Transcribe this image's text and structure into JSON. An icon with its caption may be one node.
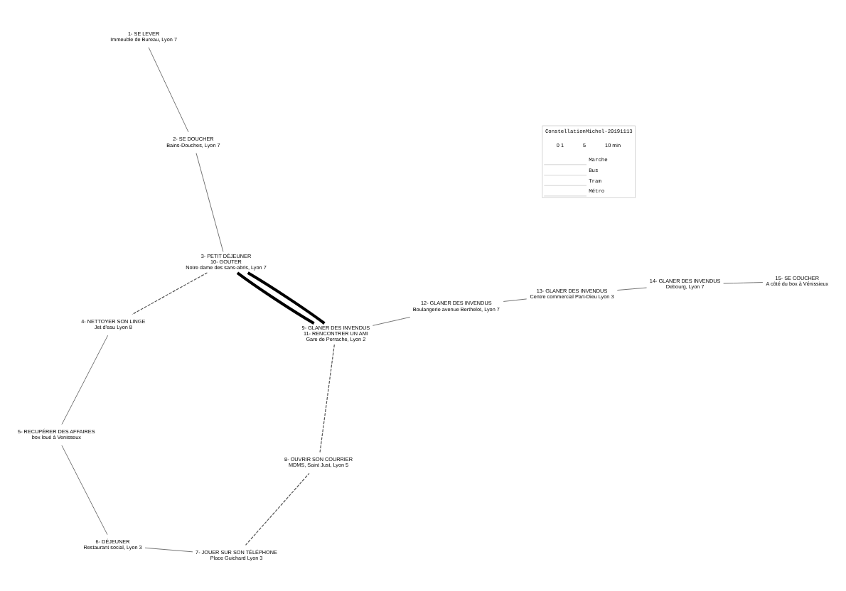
{
  "diagram": {
    "nodes": [
      {
        "text": [
          "6- DÉJEUNER",
          "Restaurant social, Lyon 3"
        ]
      },
      {
        "text": [
          "7- JOUER SUR SON TÉLÉPHONE",
          "Place Guichard Lyon 3"
        ]
      },
      {
        "text": [
          "4- NETTOYER SON LINGE",
          "Jet d'eau Lyon 8"
        ]
      },
      {
        "text": [
          "13- GLANER DES INVENDUS",
          "Centre commercial Part-Dieu Lyon 3"
        ]
      },
      {
        "text": [
          "8- OUVRIR SON COURRIER",
          "MDMS, Saint Just, Lyon 5"
        ]
      },
      {
        "text": [
          "3- PETIT DÉJEUNER",
          "10- GOUTER",
          "Notre dame des sans-abris, Lyon 7"
        ]
      },
      {
        "text": [
          "5- RECUPÉRER DES AFFAIRES",
          "box loué à Venisseux"
        ]
      },
      {
        "text": [
          "15- SE COUCHER",
          "A côté du box à Vénissieux"
        ]
      },
      {
        "text": [
          "2- SE DOUCHER",
          "Bains-Douches, Lyon 7"
        ]
      },
      {
        "text": [
          "9- GLANER DES INVENDUS",
          "11- RENCONTRER UN AMI",
          "Gare de Perrache, Lyon 2"
        ]
      },
      {
        "text": [
          "12- GLANER DES INVENDUS",
          "Boulangerie avenue Berthelot, Lyon 7"
        ]
      },
      {
        "text": [
          "1- SE LEVER",
          "Immeuble de Bureau, Lyon 7"
        ]
      },
      {
        "text": [
          "14- GLANER DES INVENDUS",
          "Debourg, Lyon 7"
        ]
      }
    ],
    "edges": [
      {
        "from": 11,
        "to": 8,
        "arrow": "none"
      },
      {
        "from": 8,
        "to": 5,
        "arrow": "none"
      },
      {
        "from": 5,
        "to": 2,
        "arrow": "none",
        "style": "dashed"
      },
      {
        "from": 2,
        "to": 6,
        "arrow": "none"
      },
      {
        "from": 6,
        "to": 0,
        "arrow": "none"
      },
      {
        "from": 0,
        "to": 1,
        "arrow": "none"
      },
      {
        "from": 1,
        "to": 4,
        "arrow": "none",
        "style": "dashed"
      },
      {
        "from": 4,
        "to": 9,
        "arrow": "none",
        "style": "dashed"
      },
      {
        "from": 9,
        "to": 5,
        "arrow": "none",
        "style": "thick"
      },
      {
        "from": 5,
        "to": 9,
        "arrow": "none",
        "style": "thick"
      },
      {
        "from": 9,
        "to": 10,
        "arrow": "none"
      },
      {
        "from": 10,
        "to": 3,
        "arrow": "none"
      },
      {
        "from": 3,
        "to": 12,
        "arrow": "none"
      },
      {
        "from": 12,
        "to": 7,
        "arrow": "none"
      }
    ],
    "labels": [
      "ConstellationMichel-20191113",
      "0 1",
      "5",
      "10 min"
    ],
    "legend": [
      {
        "text": "Marche"
      },
      {
        "text": "Bus"
      },
      {
        "text": "Tram"
      },
      {
        "text": "Métro"
      }
    ]
  }
}
